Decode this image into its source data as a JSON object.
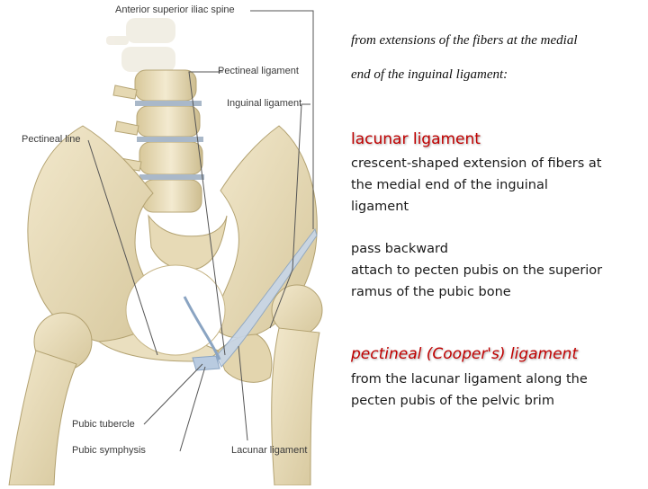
{
  "figure": {
    "labels": {
      "asis": "Anterior superior iliac spine",
      "pectineal_ligament": "Pectineal ligament",
      "inguinal_ligament": "Inguinal ligament",
      "pectineal_line": "Pectineal line",
      "pubic_tubercle": "Pubic tubercle",
      "pubic_symphysis": "Pubic symphysis",
      "lacunar_ligament": "Lacunar ligament"
    },
    "colors": {
      "bone": "#e8dcbc",
      "bone_shadow": "#c9b98e",
      "ligament": "#b9cbe0",
      "leader": "#555555"
    }
  },
  "text": {
    "intro": [
      "from extensions of the fibers at the medial",
      "end of the inguinal ligament:"
    ],
    "lacunar": {
      "term": "lacunar ligament",
      "lines": [
        "crescent-shaped extension of fibers at",
        "the medial end of the inguinal",
        "ligament"
      ]
    },
    "attach": {
      "lines": [
        "pass backward",
        "attach to pecten pubis on the superior",
        "ramus of the pubic bone"
      ]
    },
    "pectineal": {
      "term": "pectineal (Cooper's) ligament",
      "lines": [
        "from the lacunar ligament along the",
        "pecten pubis of the pelvic brim"
      ]
    },
    "accent_color": "#c00000"
  }
}
